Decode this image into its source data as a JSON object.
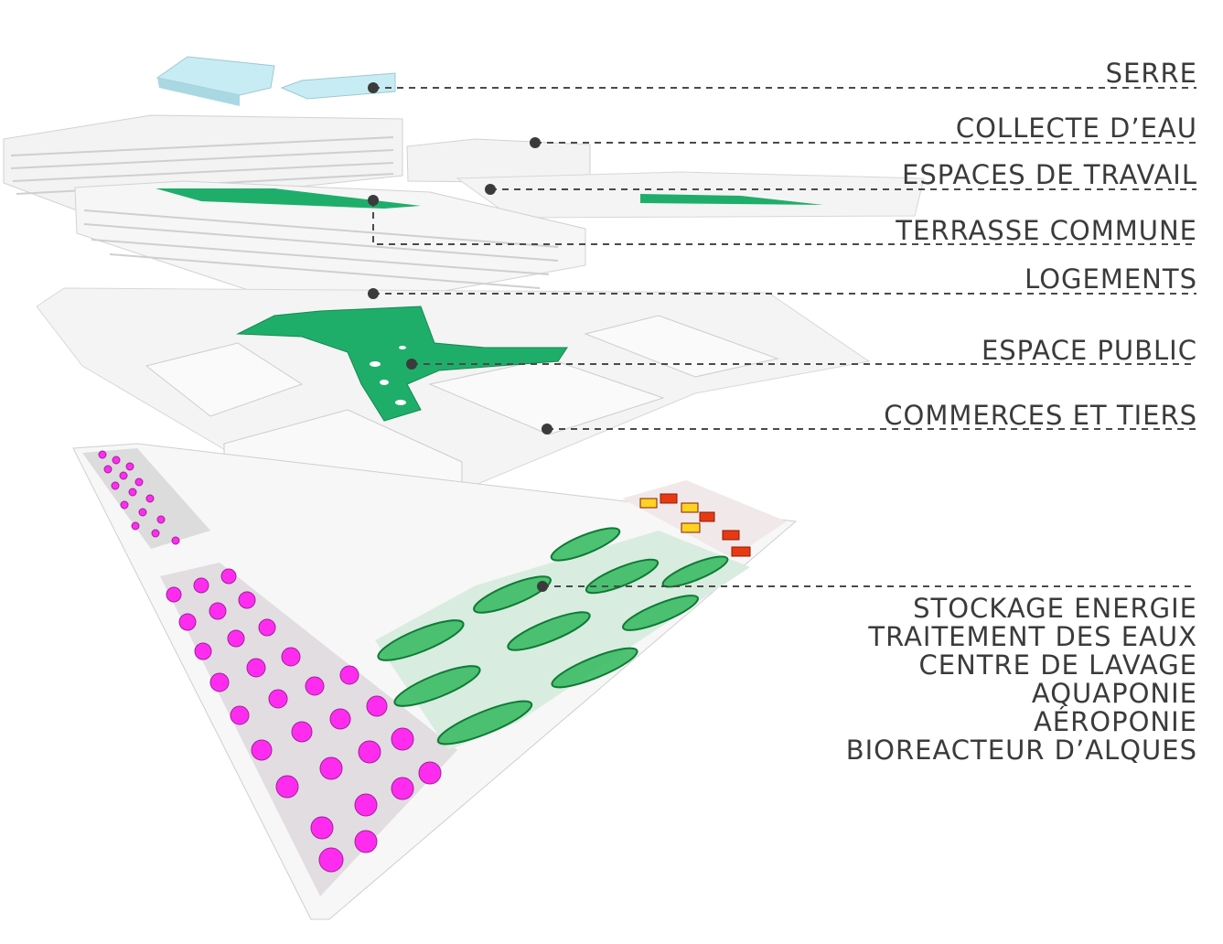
{
  "colors": {
    "line": "#4a4a4a",
    "green": "#1fae6a",
    "magenta": "#ff2cf0",
    "glass": "#bfe6ef",
    "building": "#f1f1f1"
  },
  "labels": {
    "serre": "SERRE",
    "collecte": "COLLECTE D’EAU",
    "travail": "ESPACES DE TRAVAIL",
    "terrasse": "TERRASSE COMMUNE",
    "logements": "LOGEMENTS",
    "public": "ESPACE PUBLIC",
    "commerces": "COMMERCES ET TIERS"
  },
  "legend": [
    "STOCKAGE ENERGIE",
    "TRAITEMENT DES EAUX",
    "CENTRE DE LAVAGE",
    "AQUAPONIE",
    "AÉROPONIE",
    "BIOREACTEUR D’ALQUES"
  ]
}
